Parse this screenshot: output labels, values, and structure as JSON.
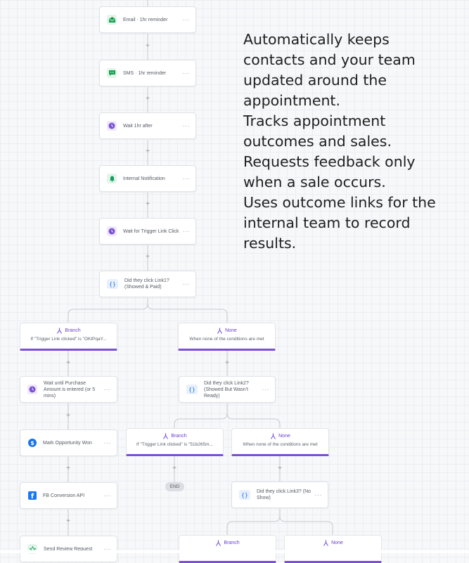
{
  "workflow": {
    "email": "Email · 1hr reminder",
    "sms": "SMS · 1hr reminder",
    "wait_1hr": "Wait 1hr after",
    "internal_notification": "Internal Notification",
    "wait_trigger": "Wait for Trigger Link Click",
    "if1_label": "Did they click Link1? (Showed & Paid)",
    "branch1_title": "Branch",
    "branch1_sub": "If \"Trigger Link clicked\" is \"OKtPqaY...",
    "none1_title": "None",
    "none1_sub": "When none of the conditions are met",
    "wait_purchase": "Wait until Purchase Amount is entered (or 5 mins)",
    "if2_label": "Did they click Link2? (Showed But Wasn't Ready)",
    "mark_won": "Mark Opportunity Won",
    "branch2_title": "Branch",
    "branch2_sub": "If \"Trigger Link clicked\" is \"51b265m...",
    "none2_title": "None",
    "none2_sub": "When none of the conditions are met",
    "end_label": "END",
    "fb_conversion": "FB Conversion API",
    "if3_label": "Did they click Link3? (No Show)",
    "review": "Send Review Request",
    "branch3_title": "Branch",
    "none3_title": "None",
    "more": "···",
    "plus": "+"
  },
  "overlay_text": [
    "Automatically keeps contacts and your team updated around the appointment.",
    "Tracks appointment outcomes and sales.",
    "Requests feedback only when a sale occurs.",
    "Uses outcome links for the internal team to record results."
  ],
  "colors": {
    "email_icon": "#12a150",
    "sms_icon": "#12a150",
    "wait_icon": "#7b4fd6",
    "notification_icon": "#0f9d58",
    "branch_accent": "#7b4fd6",
    "opportunity_icon": "#1a73e8",
    "facebook_icon": "#1877f2"
  },
  "icons": {
    "email": "envelope-icon",
    "sms": "chat-icon",
    "wait": "clock-icon",
    "notification": "bell-icon",
    "condition": "braces-icon",
    "branch": "branch-icon",
    "opportunity": "dollar-icon",
    "facebook": "facebook-icon",
    "review": "star-icon"
  }
}
